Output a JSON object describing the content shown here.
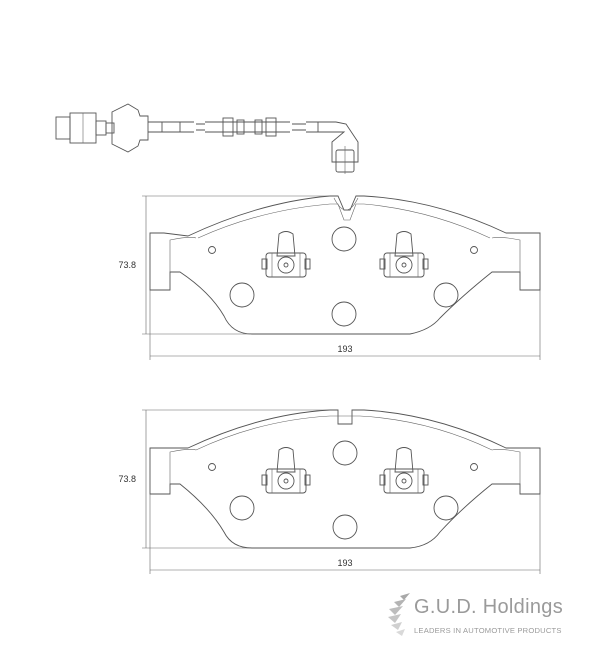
{
  "top_pad": {
    "height_label": "73.8",
    "width_label": "193"
  },
  "bottom_pad": {
    "height_label": "73.8",
    "width_label": "193"
  },
  "logo": {
    "title": "G.U.D. Holdings",
    "subtitle": "LEADERS IN AUTOMOTIVE PRODUCTS"
  }
}
